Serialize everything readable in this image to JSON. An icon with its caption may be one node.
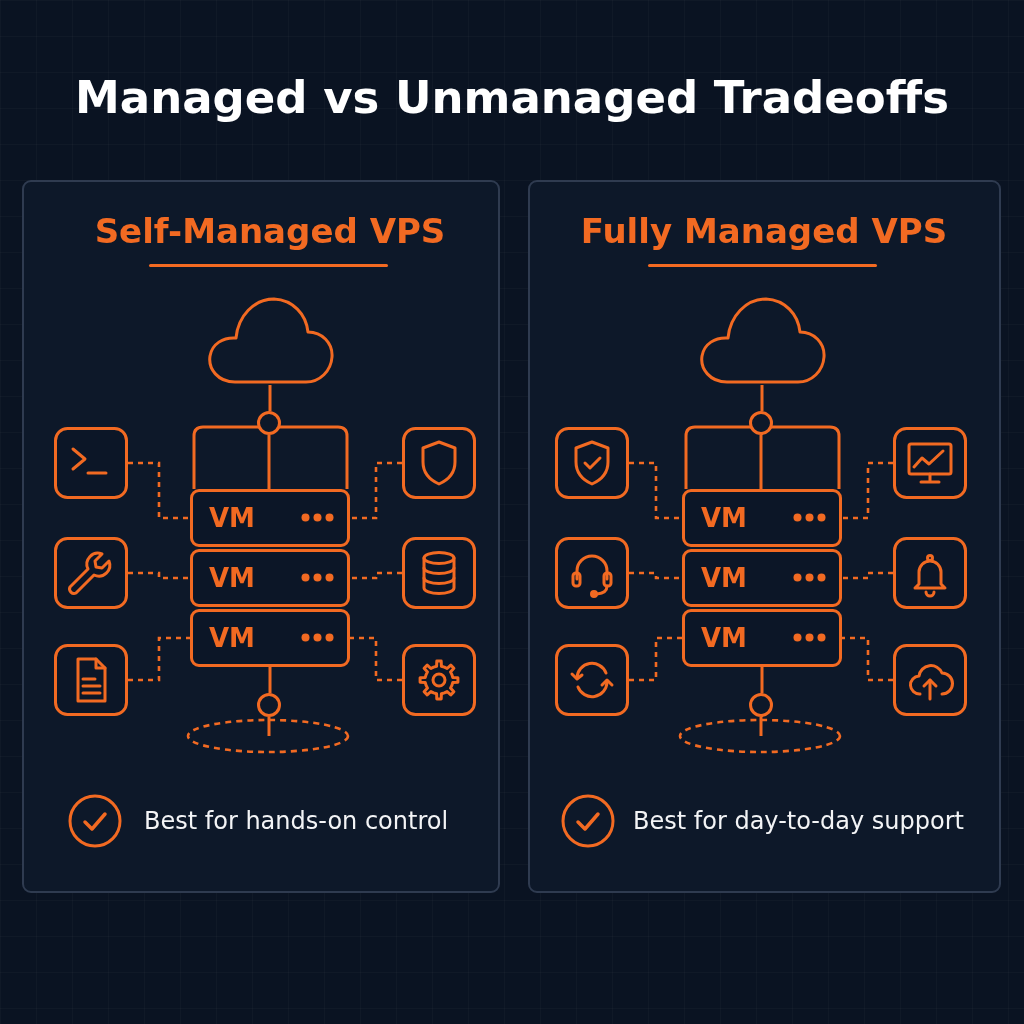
{
  "diagram": {
    "title": "Managed vs Unmanaged Tradeoffs",
    "nodes": [
      {
        "text": [
          "Self-Managed VPS",
          "Best for hands-on control"
        ]
      },
      {
        "text": [],
        "shape": "cloud",
        "in": 0
      },
      {
        "text": [],
        "shape": "circle",
        "in": 0
      },
      {
        "text": [],
        "shape": "picture",
        "in": 0
      },
      {
        "text": [],
        "shape": "picture",
        "in": 0
      },
      {
        "text": [
          "VM"
        ],
        "in": 0
      },
      {
        "text": [],
        "shape": "picture",
        "in": 0
      },
      {
        "text": [
          "VM"
        ],
        "in": 0
      },
      {
        "text": [],
        "shape": "picture",
        "in": 0
      },
      {
        "text": [
          "VM"
        ],
        "in": 0
      },
      {
        "text": [],
        "shape": "picture",
        "in": 0
      },
      {
        "text": [],
        "shape": "picture",
        "in": 0
      },
      {
        "text": [],
        "shape": "circle",
        "in": 0
      },
      {
        "text": [],
        "shape": "ellipse",
        "in": 0
      },
      {
        "text": [
          "Fully Managed VPS",
          "Best for day-to-day support"
        ]
      },
      {
        "text": [],
        "shape": "cloud",
        "in": 14
      },
      {
        "text": [],
        "shape": "circle",
        "in": 14
      },
      {
        "text": [],
        "shape": "picture",
        "in": 14
      },
      {
        "text": [],
        "shape": "picture",
        "in": 14
      },
      {
        "text": [
          "VM"
        ],
        "in": 14
      },
      {
        "text": [],
        "shape": "picture",
        "in": 14
      },
      {
        "text": [
          "VM"
        ],
        "in": 14
      },
      {
        "text": [],
        "shape": "picture",
        "in": 14
      },
      {
        "text": [
          "VM"
        ],
        "in": 14
      },
      {
        "text": [],
        "shape": "picture",
        "in": 14
      },
      {
        "text": [],
        "shape": "picture",
        "in": 14
      },
      {
        "text": [],
        "shape": "circle",
        "in": 14
      },
      {
        "text": [],
        "shape": "ellipse",
        "in": 14
      }
    ],
    "edges": [
      {
        "from": 1,
        "to": 2,
        "arrow": "none"
      },
      {
        "from": 2,
        "to": 5,
        "arrow": "none"
      },
      {
        "from": 3,
        "to": 5,
        "arrow": "none",
        "style": "dashed"
      },
      {
        "from": 4,
        "to": 5,
        "arrow": "none",
        "style": "dashed"
      },
      {
        "from": 6,
        "to": 7,
        "arrow": "none",
        "style": "dashed"
      },
      {
        "from": 8,
        "to": 7,
        "arrow": "none",
        "style": "dashed"
      },
      {
        "from": 10,
        "to": 9,
        "arrow": "none",
        "style": "dashed"
      },
      {
        "from": 11,
        "to": 9,
        "arrow": "none",
        "style": "dashed"
      },
      {
        "from": 9,
        "to": 12,
        "arrow": "none"
      },
      {
        "from": 12,
        "to": 13,
        "arrow": "none"
      },
      {
        "from": 15,
        "to": 16,
        "arrow": "none"
      },
      {
        "from": 16,
        "to": 19,
        "arrow": "none"
      },
      {
        "from": 17,
        "to": 19,
        "arrow": "none",
        "style": "dashed"
      },
      {
        "from": 18,
        "to": 19,
        "arrow": "none",
        "style": "dashed"
      },
      {
        "from": 20,
        "to": 21,
        "arrow": "none",
        "style": "dashed"
      },
      {
        "from": 22,
        "to": 21,
        "arrow": "none",
        "style": "dashed"
      },
      {
        "from": 24,
        "to": 23,
        "arrow": "none",
        "style": "dashed"
      },
      {
        "from": 25,
        "to": 23,
        "arrow": "none",
        "style": "dashed"
      },
      {
        "from": 23,
        "to": 26,
        "arrow": "none"
      },
      {
        "from": 26,
        "to": 27,
        "arrow": "none"
      }
    ]
  }
}
